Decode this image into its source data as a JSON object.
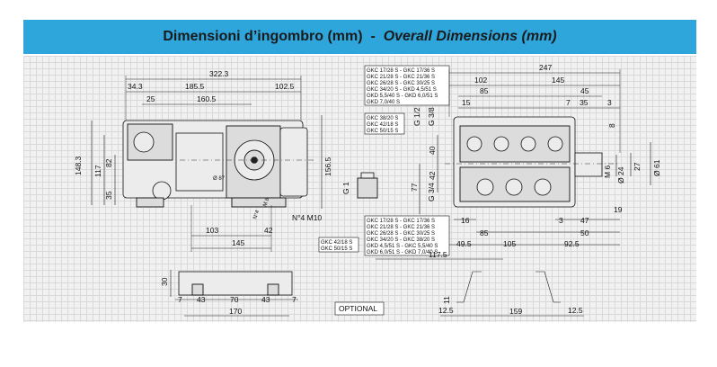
{
  "header": {
    "title_it": "Dimensioni d’ingombro (mm)",
    "separator": "-",
    "title_en": "Overall Dimensions (mm)",
    "band_color": "#2ea6dc"
  },
  "side_view": {
    "dims_top": [
      "322.3",
      "34.3",
      "185.5",
      "102.5",
      "25",
      "160.5"
    ],
    "dims_left": [
      "148.3",
      "117",
      "82",
      "35"
    ],
    "dims_right": [
      "156.5"
    ],
    "dims_bottom": [
      "103",
      "42",
      "145"
    ],
    "labels": [
      "Ø 87",
      "M 8",
      "N°4",
      "N°4  M10"
    ]
  },
  "model_tables": {
    "top": [
      "GKC 17/28 S - GKC 17/36 S",
      "GKC 21/28 S - GKC 21/36 S",
      "GKC 26/28 S - GKC 30/25 S",
      "GKC 34/20 S - GKD 4,5/51 S",
      "GKD 5,5/40 S - GKD 6,0/51 S",
      "GKD 7,0/40 S"
    ],
    "middle": [
      "GKC 38/20 S",
      "GKC 42/18 S",
      "GKC 50/15 S"
    ],
    "bottom": [
      "GKC 17/28 S - GKC 17/36 S",
      "GKC 21/28 S - GKC 21/36 S",
      "GKC 26/28 S - GKC 30/25 S",
      "GKC 34/20 S - GKC 38/20 S",
      "GKD 4,5/51 S - GKC 5,5/40 S",
      "GKD 6,0/51 S - GKD 7,0/40 S"
    ],
    "lower_left": [
      "GKC 42/18 S",
      "GKC 50/15 S"
    ]
  },
  "front_view": {
    "dims_top": [
      "247",
      "102",
      "145",
      "85",
      "45",
      "15",
      "7",
      "35",
      "3"
    ],
    "dims_right": [
      "8",
      "27",
      "Ø 61",
      "M 6",
      "Ø 24",
      "19"
    ],
    "dims_left": [
      "40",
      "42",
      "77",
      "G 1/2",
      "G 3/8",
      "G 3/4",
      "G 1"
    ],
    "dims_bottom": [
      "16",
      "85",
      "3",
      "47",
      "50",
      "49.5",
      "105",
      "92.5",
      "117.5"
    ]
  },
  "rail_view": {
    "dims": [
      "30",
      "7",
      "43",
      "70",
      "43",
      "7",
      "170"
    ]
  },
  "optional_label": "OPTIONAL",
  "bracket_view": {
    "dims": [
      "11",
      "12.5",
      "159",
      "12.5"
    ]
  }
}
